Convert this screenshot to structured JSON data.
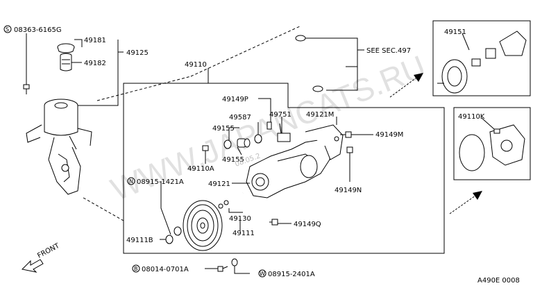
{
  "watermark": "WWW.JAPANCATS.RU",
  "stamp_date": "08.05.2",
  "drawing_code": "A490E 0008",
  "front_label": "FRONT",
  "see_sec": "SEE SEC.497",
  "callouts": {
    "c08363": "08363-6165G",
    "c08363_prefix": "S",
    "c49181": "49181",
    "c49182": "49182",
    "c49125": "49125",
    "c49110": "49110",
    "c49149P": "49149P",
    "c49587": "49587",
    "c49155a": "49155",
    "c49155b": "49155",
    "c49751": "49751",
    "c49121M": "49121M",
    "c49149M": "49149M",
    "c49110A": "49110A",
    "c08915_1421": "08915-1421A",
    "c08915_1421_prefix": "N",
    "c49121": "49121",
    "c49149N": "49149N",
    "c49130": "49130",
    "c49149Q": "49149Q",
    "c49111B": "49111B",
    "c49111": "49111",
    "c08014": "08014-0701A",
    "c08014_prefix": "B",
    "c08915_2401": "08915-2401A",
    "c08915_2401_prefix": "W",
    "c49151": "49151",
    "c49110K": "49110K"
  }
}
